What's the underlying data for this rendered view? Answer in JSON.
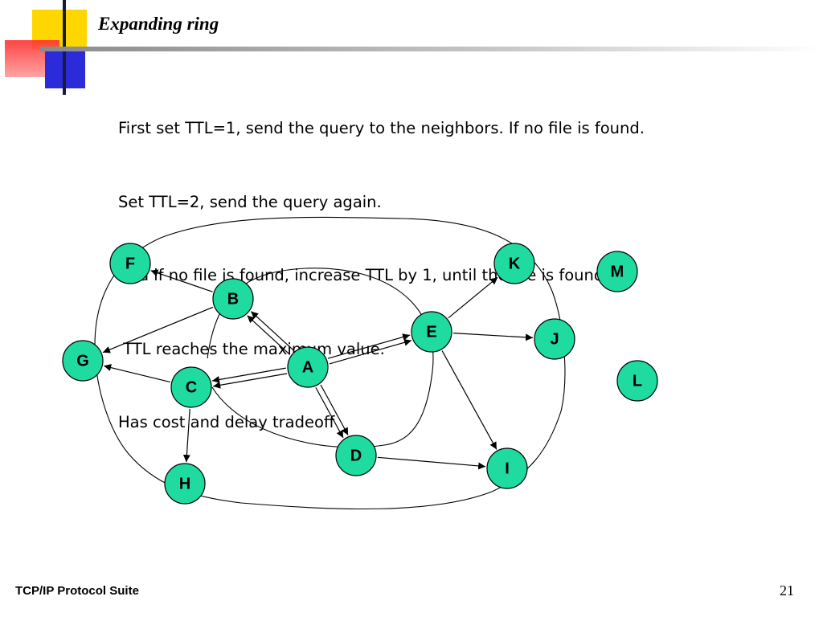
{
  "slide": {
    "title": "Expanding ring",
    "bullets": [
      "First set TTL=1, send the query to the neighbors. If no file is found.",
      "Set TTL=2, send the query again.",
      "And if no file is found, increase TTL by 1, until the file is found or",
      " TTL reaches the maximum value.",
      "Has cost and delay tradeoff"
    ],
    "footer": {
      "left": "TCP/IP Protocol Suite",
      "page_number": "21"
    }
  },
  "colors": {
    "node_fill": "#1fdba0",
    "node_stroke": "#000000",
    "deco_yellow": "#ffd700",
    "deco_red": "#ff3030",
    "deco_blue": "#2b2bd9"
  },
  "diagram": {
    "nodes": [
      {
        "id": "A",
        "label": "A"
      },
      {
        "id": "B",
        "label": "B"
      },
      {
        "id": "C",
        "label": "C"
      },
      {
        "id": "D",
        "label": "D"
      },
      {
        "id": "E",
        "label": "E"
      },
      {
        "id": "F",
        "label": "F"
      },
      {
        "id": "G",
        "label": "G"
      },
      {
        "id": "H",
        "label": "H"
      },
      {
        "id": "I",
        "label": "I"
      },
      {
        "id": "J",
        "label": "J"
      },
      {
        "id": "K",
        "label": "K"
      },
      {
        "id": "L",
        "label": "L"
      },
      {
        "id": "M",
        "label": "M"
      }
    ],
    "edges": [
      {
        "from": "A",
        "to": "B",
        "directed": true
      },
      {
        "from": "A",
        "to": "B",
        "directed": true
      },
      {
        "from": "A",
        "to": "C",
        "directed": true
      },
      {
        "from": "A",
        "to": "C",
        "directed": true
      },
      {
        "from": "A",
        "to": "E",
        "directed": true
      },
      {
        "from": "A",
        "to": "E",
        "directed": true
      },
      {
        "from": "A",
        "to": "D",
        "directed": true
      },
      {
        "from": "A",
        "to": "D",
        "directed": true
      },
      {
        "from": "B",
        "to": "F",
        "directed": true
      },
      {
        "from": "B",
        "to": "G",
        "directed": true
      },
      {
        "from": "C",
        "to": "G",
        "directed": true
      },
      {
        "from": "C",
        "to": "H",
        "directed": true
      },
      {
        "from": "E",
        "to": "K",
        "directed": true
      },
      {
        "from": "E",
        "to": "J",
        "directed": true
      },
      {
        "from": "E",
        "to": "I",
        "directed": true
      },
      {
        "from": "D",
        "to": "I",
        "directed": true
      }
    ],
    "rings": [
      "ring-TTL1",
      "ring-TTL2",
      "ring-TTL3"
    ]
  }
}
